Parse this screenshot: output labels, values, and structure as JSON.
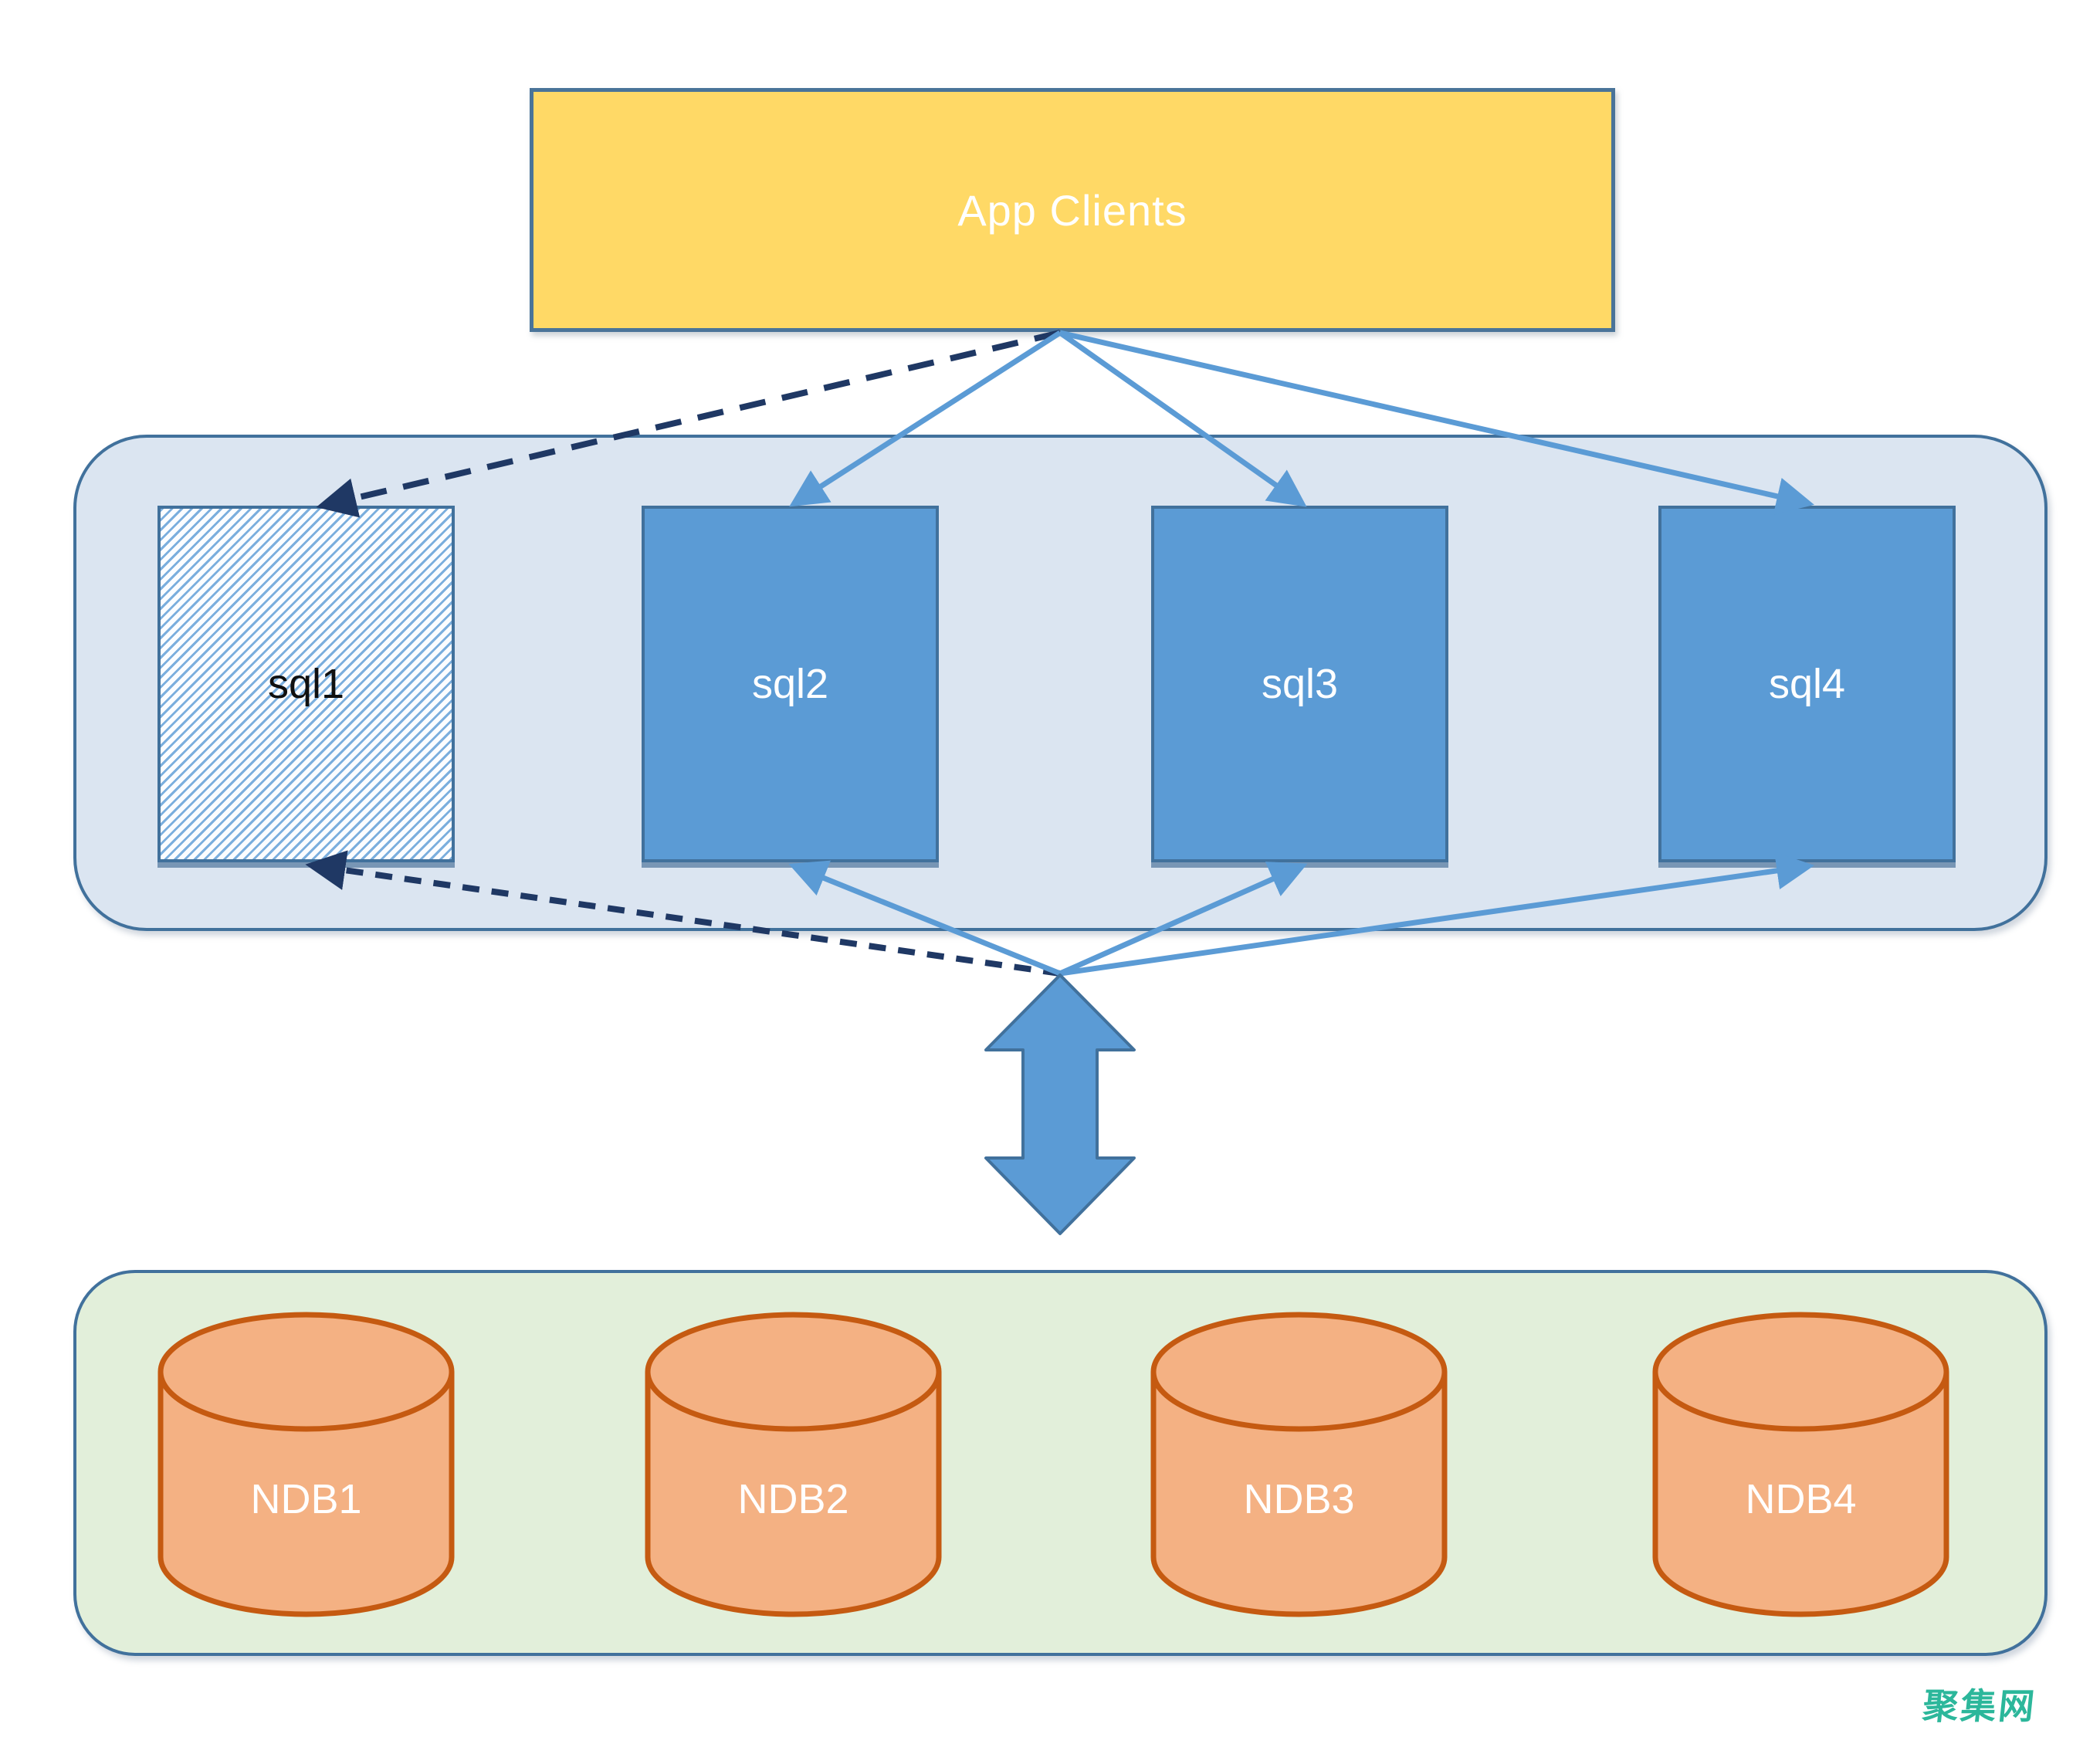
{
  "app_clients": {
    "label": "App Clients"
  },
  "sql_tier": {
    "nodes": [
      "sql1",
      "sql2",
      "sql3",
      "sql4"
    ]
  },
  "ndb_tier": {
    "nodes": [
      "NDB1",
      "NDB2",
      "NDB3",
      "NDB4"
    ]
  },
  "watermark": {
    "label": "聚集网"
  },
  "colors": {
    "client_fill": "#FFD966",
    "client_border": "#4A7499",
    "node_fill": "#5B9BD5",
    "node_border": "#41719C",
    "node_bottom_shadow": "#35618E",
    "tier_sql_fill": "#DBE5F1",
    "tier_ndb_fill": "#E2EFDA",
    "tier_border": "#41719C",
    "arrow_solid": "#5B9BD5",
    "arrow_dashed": "#1F3864",
    "cylinder_fill": "#F4B183",
    "cylinder_border": "#C55A11",
    "watermark_color": "#2CB79B",
    "hatch_stripe": "#5B9BD5"
  }
}
